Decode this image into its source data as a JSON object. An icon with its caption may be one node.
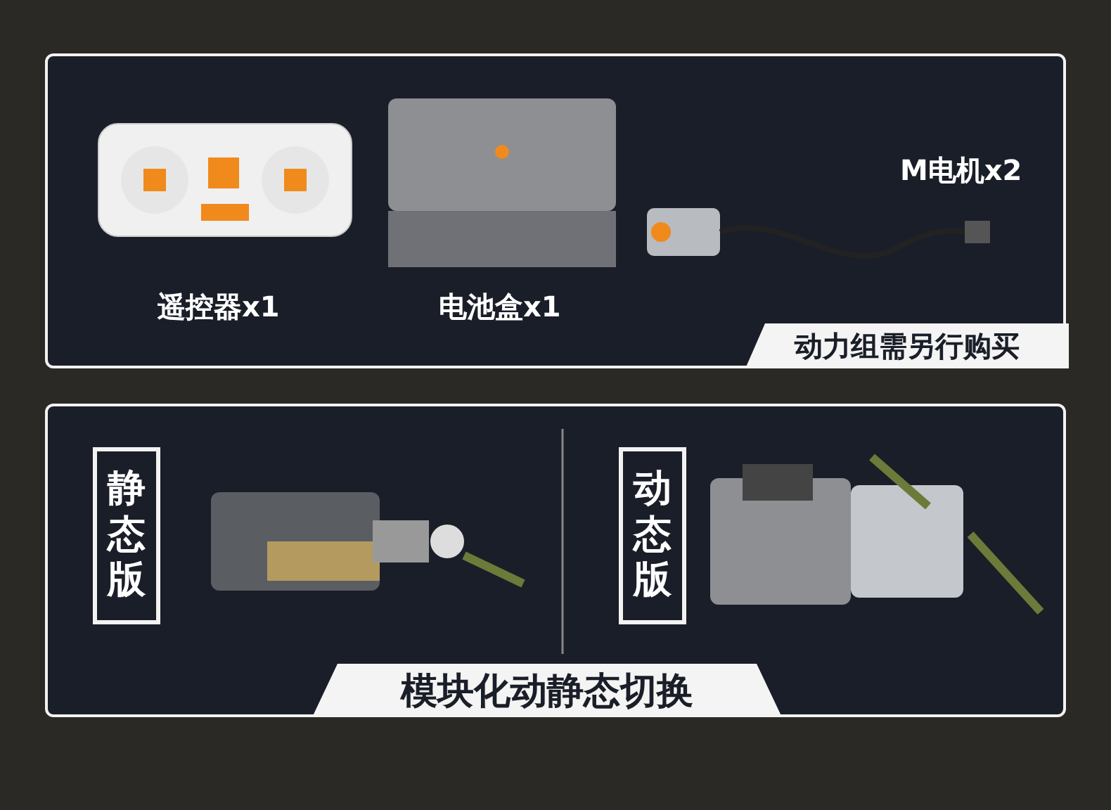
{
  "diagram": {
    "nodes": [
      {
        "text": [
          "动力组需另行购买"
        ]
      },
      {
        "text": [
          "静态版"
        ]
      },
      {
        "text": [
          "动态版"
        ]
      },
      {
        "text": [
          "模块化动静态切换"
        ]
      }
    ],
    "edges": [],
    "labels": [
      "遥控器x1",
      "电池盒x1",
      "M电机x2"
    ]
  }
}
